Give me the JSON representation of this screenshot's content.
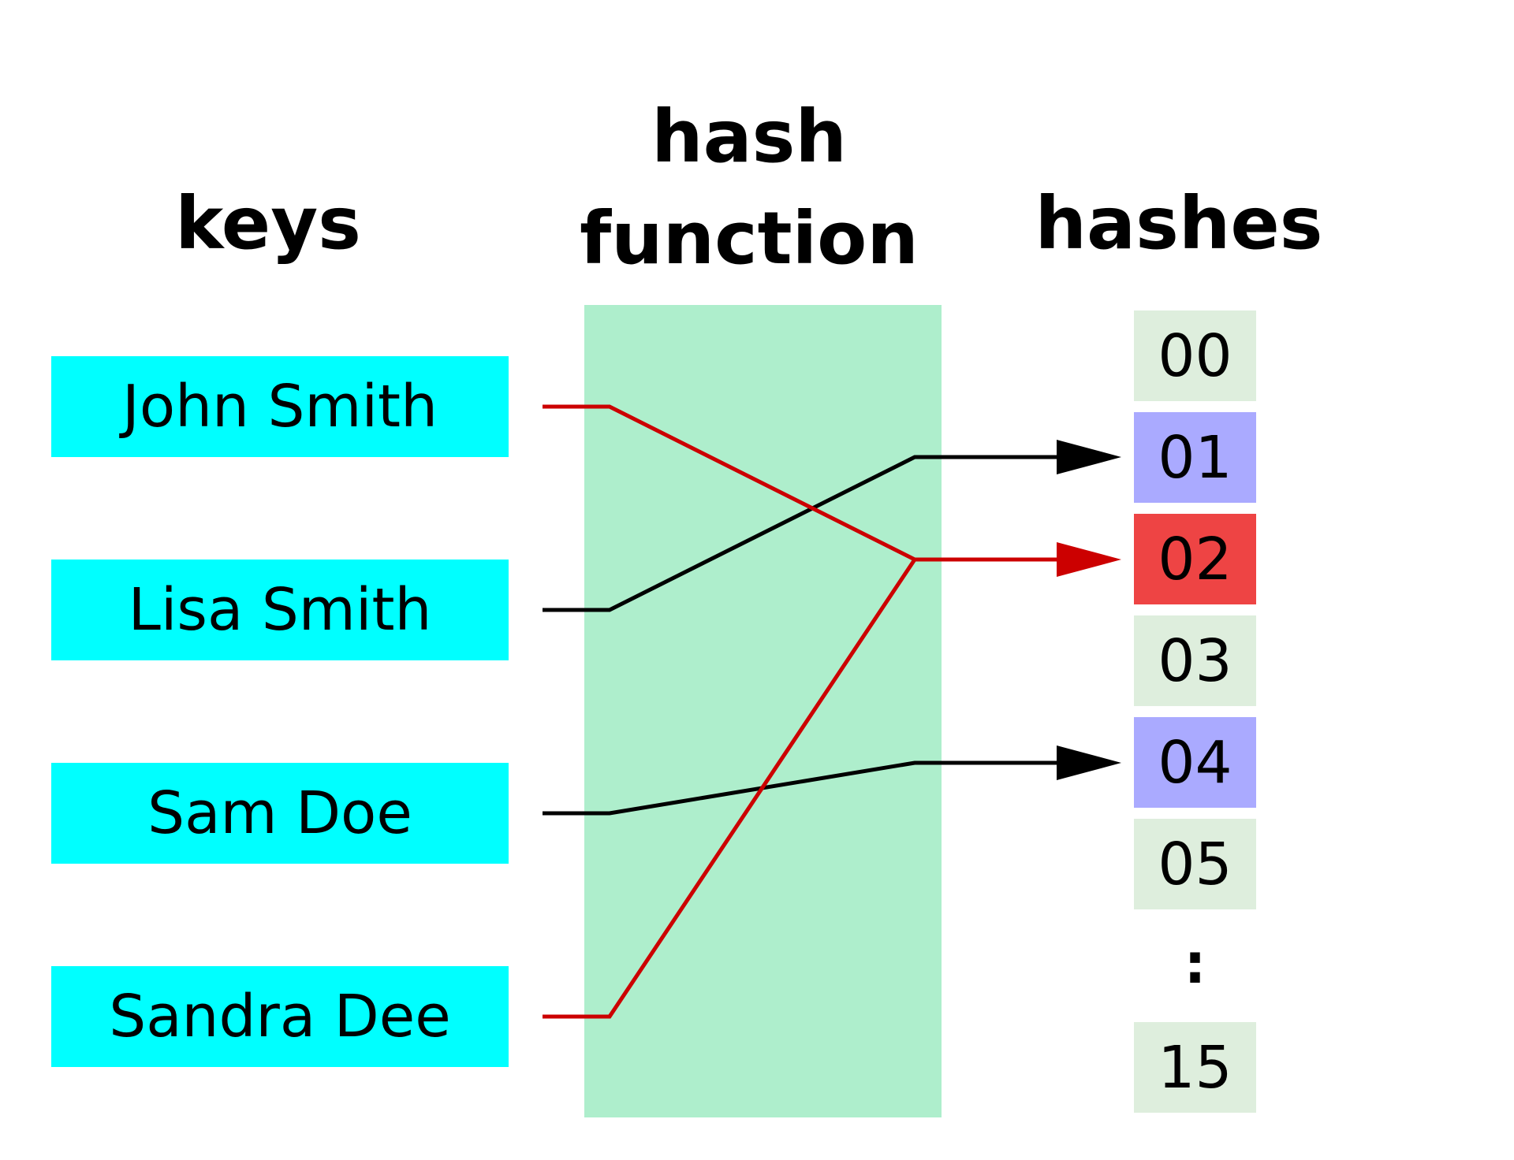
{
  "headings": {
    "keys": "keys",
    "hash_function": "hash\nfunction",
    "hashes": "hashes"
  },
  "keys": [
    {
      "label": "John Smith",
      "hash_index": 2,
      "color": "#cc0000"
    },
    {
      "label": "Lisa Smith",
      "hash_index": 1,
      "color": "#000000"
    },
    {
      "label": "Sam Doe",
      "hash_index": 4,
      "color": "#000000"
    },
    {
      "label": "Sandra Dee",
      "hash_index": 2,
      "color": "#cc0000"
    }
  ],
  "hashes": [
    {
      "label": "00",
      "state": "empty"
    },
    {
      "label": "01",
      "state": "used"
    },
    {
      "label": "02",
      "state": "collision"
    },
    {
      "label": "03",
      "state": "empty"
    },
    {
      "label": "04",
      "state": "used"
    },
    {
      "label": "05",
      "state": "empty"
    },
    {
      "label": "15",
      "state": "empty"
    }
  ],
  "ellipsis": ":",
  "colors": {
    "key_box": "#00ffff",
    "function_panel": "#aeeecc",
    "hash_empty": "#deeedd",
    "hash_used": "#aaaaff",
    "hash_collision": "#ee4444",
    "collision_wire": "#cc0000",
    "normal_wire": "#000000"
  }
}
